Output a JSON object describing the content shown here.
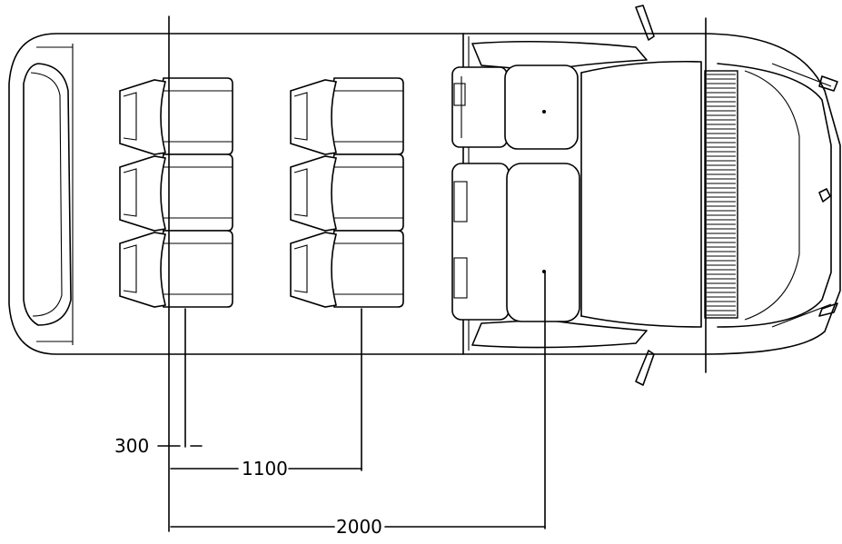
{
  "dimensions": [
    {
      "id": "d300",
      "label": "300"
    },
    {
      "id": "d1100",
      "label": "1100"
    },
    {
      "id": "d2000",
      "label": "2000"
    }
  ]
}
